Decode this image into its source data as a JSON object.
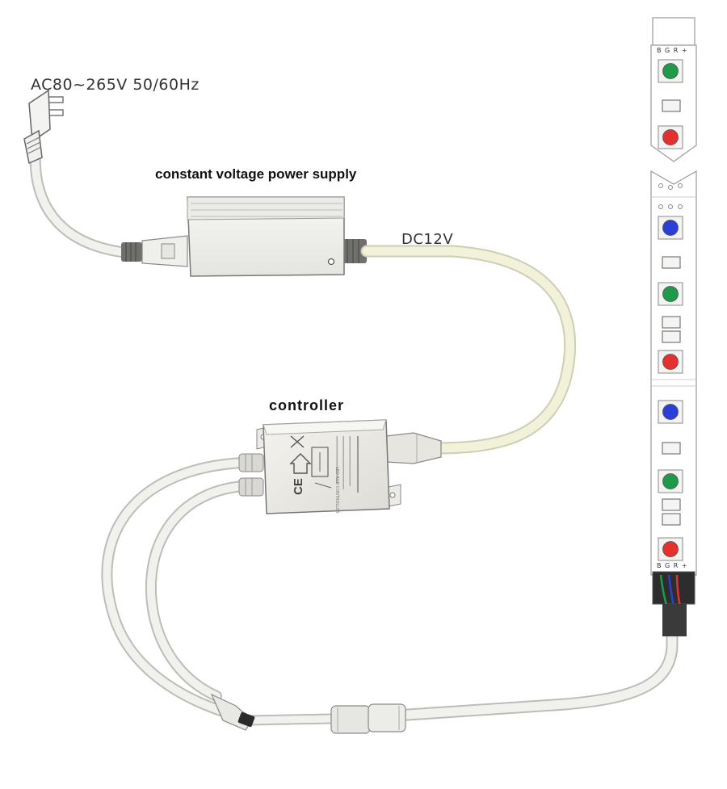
{
  "labels": {
    "ac_input": "AC80~265V 50/60Hz",
    "power_supply": "constant voltage power supply",
    "dc_output": "DC12V",
    "controller": "controller"
  },
  "controller_markings": {
    "title": "LED RGB CONTROLLER",
    "ce_mark": "CE"
  },
  "strip_pins": {
    "plus": "+",
    "r": "R",
    "g": "G",
    "b": "B"
  },
  "led_sequence": [
    "green",
    "red",
    "blue",
    "green",
    "red",
    "blue",
    "green",
    "red"
  ],
  "colors": {
    "led_red": "#e53030",
    "led_green": "#1f9a4a",
    "led_blue": "#2a3fd8",
    "cable": "#f1f1ee",
    "cable_edge": "#bdbdb8",
    "dc_cable": "#f2f1da"
  }
}
